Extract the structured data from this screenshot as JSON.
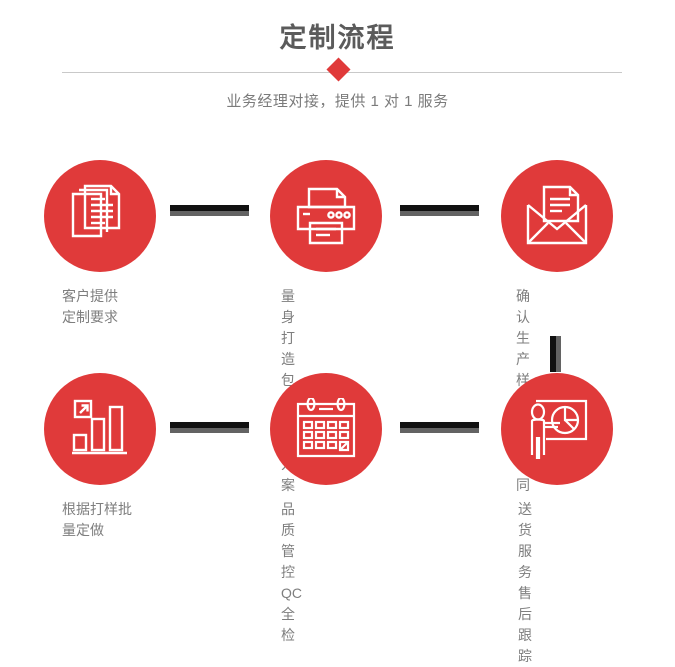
{
  "header": {
    "title": "定制流程",
    "subtitle": "业务经理对接，提供 1 对 1 服务",
    "accent_color": "#e03a3a",
    "title_color": "#5b5b5b",
    "subtitle_color": "#7b7b7b",
    "divider_color": "#c9c9c9",
    "diamond_icon": "diamond-marker"
  },
  "flow": {
    "circle_color": "#e03a3a",
    "label_color": "#7e7e7e",
    "connector_dark": "#111111",
    "connector_gray": "#636363",
    "steps": [
      {
        "index": "1",
        "icon": "documents-stack-icon",
        "label": "客户提供\n定制要求"
      },
      {
        "index": "2",
        "icon": "printer-icon",
        "label": "量身打造包装\n设计方案"
      },
      {
        "index": "3",
        "icon": "envelope-letter-icon",
        "label": "确认生产样板\n并签合同"
      },
      {
        "index": "4",
        "icon": "bar-chart-growth-icon",
        "label": "根据打样批\n量定做"
      },
      {
        "index": "5",
        "icon": "calendar-icon",
        "label": "品质管控QC\n全检"
      },
      {
        "index": "6",
        "icon": "presenter-pie-chart-icon",
        "label": "送货服务售\n后跟踪"
      }
    ]
  }
}
